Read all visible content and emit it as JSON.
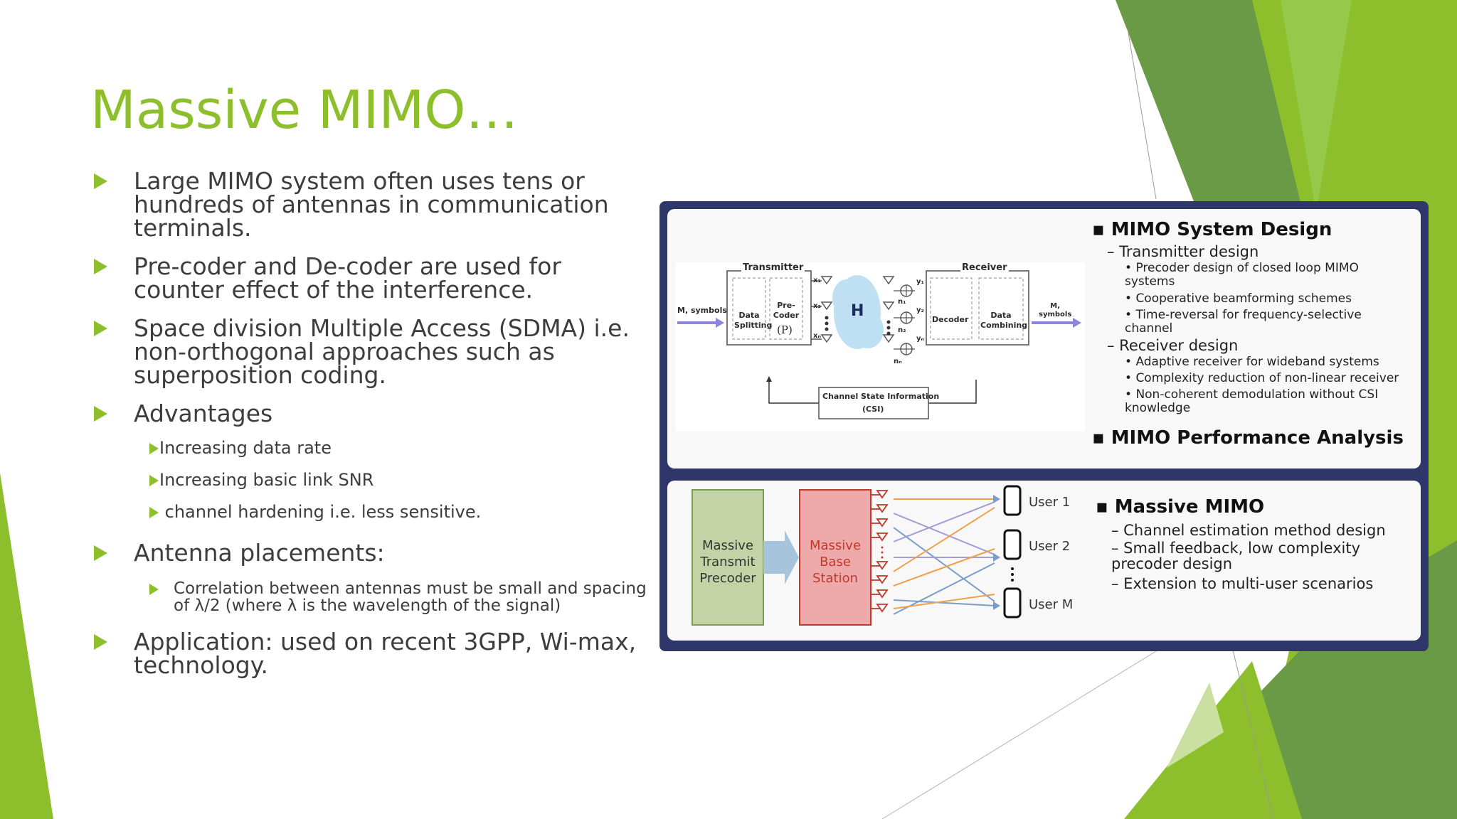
{
  "slide": {
    "title": "Massive MIMO…",
    "bullets": [
      {
        "text": "Large MIMO system often uses tens or hundreds of antennas in communication terminals."
      },
      {
        "text": "Pre-coder and De-coder are used for counter effect of the interference."
      },
      {
        "text": "Space division Multiple Access (SDMA) i.e. non-orthogonal approaches such as superposition coding."
      },
      {
        "text": "Advantages"
      },
      {
        "sub": "Increasing data rate"
      },
      {
        "sub": "Increasing basic link SNR"
      },
      {
        "sub": " channel hardening i.e. less sensitive."
      },
      {
        "text": "Antenna placements:"
      },
      {
        "sub": "Correlation  between antennas must be small and spacing of λ/2 (where λ is the wavelength of the signal)"
      },
      {
        "text": "Application:  used on recent 3GPP, Wi-max, technology."
      }
    ]
  },
  "figure": {
    "diagram": {
      "transmitter": "Transmitter",
      "receiver": "Receiver",
      "input": "M, symbols",
      "output": "M, symbols",
      "data_splitting": "Data Splitting",
      "precoder": "Pre-Coder",
      "precoder_p": "(P)",
      "channel": "H",
      "decoder": "Decoder",
      "data_combining": "Data Combining",
      "csi": "Channel State Information",
      "csi_abbr": "(CSI)",
      "x1": "x₁",
      "x2": "x₂",
      "xn": "xₙ",
      "y1": "y₁",
      "y2": "y₂",
      "yn": "yₙ",
      "n1": "n₁",
      "n2": "n₂",
      "nn": "nₙ"
    },
    "top_panel": {
      "title1": "MIMO System Design",
      "tx_design": "– Transmitter design",
      "tx_items": [
        "Precoder design of closed loop MIMO systems",
        "Cooperative beamforming schemes",
        "Time-reversal for frequency-selective channel"
      ],
      "rx_design": "– Receiver design",
      "rx_items": [
        "Adaptive receiver for wideband systems",
        "Complexity reduction of non-linear receiver",
        "Non-coherent demodulation without CSI knowledge"
      ],
      "title2": "MIMO Performance Analysis"
    },
    "bottom_panel": {
      "precoder_box": "Massive Transmit Precoder",
      "base_station": "Massive Base Station",
      "users": [
        "User 1",
        "User 2",
        "User M"
      ],
      "title": "Massive MIMO",
      "items": [
        "– Channel estimation method design",
        "– Small feedback, low complexity precoder design",
        "– Extension to multi-user scenarios"
      ]
    }
  },
  "colors": {
    "accent": "#8cbf2b",
    "figure_frame": "#2f3669",
    "precoder_fill": "#c3d3a5",
    "base_station_fill": "#eeaaaa"
  }
}
